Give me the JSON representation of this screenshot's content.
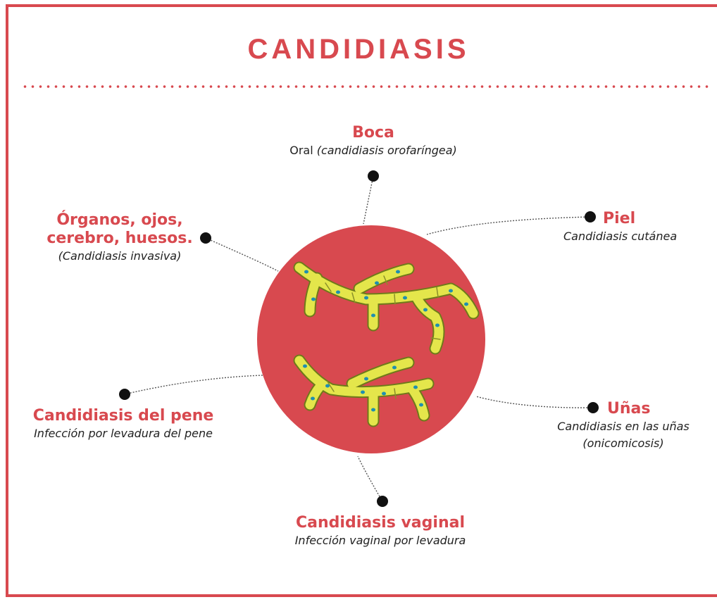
{
  "title": "CANDIDIASIS",
  "colors": {
    "accent": "#d8494f",
    "circle": "#d8494f",
    "hypha": "#e4e64b",
    "nucleus": "#1f8fb0"
  },
  "center_icon": "candida-hyphae-illustration",
  "labels": {
    "boca": {
      "title": "Boca",
      "sub_plain": "Oral ",
      "sub_italic": "(candidiasis orofaríngea)"
    },
    "piel": {
      "title": "Piel",
      "sub": "Candidiasis cutánea"
    },
    "organos": {
      "title_line1": "Órganos, ojos,",
      "title_line2": "cerebro, huesos.",
      "sub": "(Candidiasis invasiva)"
    },
    "pene": {
      "title": "Candidiasis del pene",
      "sub": "Infección por levadura del pene"
    },
    "unas": {
      "title": "Uñas",
      "sub_line1": "Candidiasis en las uñas",
      "sub_line2": "(onicomicosis)"
    },
    "vaginal": {
      "title": "Candidiasis vaginal",
      "sub": "Infección vaginal por levadura"
    }
  }
}
